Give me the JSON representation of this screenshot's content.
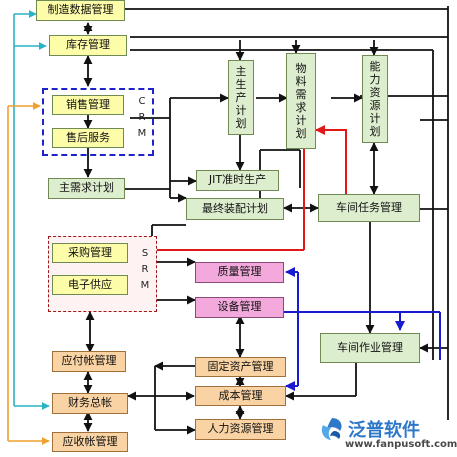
{
  "nodes": {
    "manufacturing_data": "制造数据管理",
    "inventory": "库存管理",
    "sales": "销售管理",
    "after_sales": "售后服务",
    "master_demand": "主需求计划",
    "main_production": "主生产计划",
    "material_requirement": "物料需求计划",
    "capacity_resource": "能力资源计划",
    "jit": "JIT准时生产",
    "final_assembly": "最终装配计划",
    "workshop_task": "车间任务管理",
    "purchasing": "采购管理",
    "e_supply": "电子供应",
    "quality": "质量管理",
    "equipment": "设备管理",
    "workshop_operation": "车间作业管理",
    "payables": "应付帐管理",
    "general_ledger": "财务总帐",
    "receivables": "应收帐管理",
    "fixed_assets": "固定资产管理",
    "cost": "成本管理",
    "hr": "人力资源管理"
  },
  "groups": {
    "crm": "CRM",
    "srm": "SRM"
  },
  "line_colors": {
    "main": "#111111",
    "feedback": "#e01818",
    "quality_link": "#1a1ad0",
    "left_bus": "#29b3c4",
    "finance_bus": "#f0a030"
  },
  "logo": {
    "name": "泛普软件",
    "url": "www.fanpusoft.com",
    "icon": "fanpu-swirl-logo"
  }
}
